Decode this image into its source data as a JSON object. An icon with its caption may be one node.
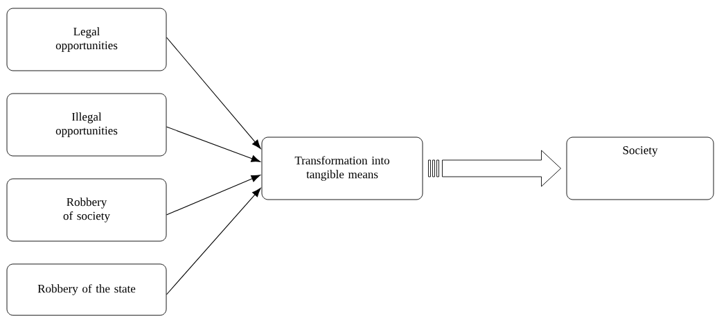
{
  "diagram": {
    "nodes": [
      {
        "text": [
          "Legal opportunities"
        ]
      },
      {
        "text": [
          "Illegal opportunities"
        ]
      },
      {
        "text": [
          "Robbery of society"
        ]
      },
      {
        "text": [
          "Robbery of the state"
        ]
      },
      {
        "text": [
          "Transformation into tangible means"
        ]
      },
      {
        "text": [
          "Society"
        ]
      }
    ],
    "edges": [
      {
        "from": 0,
        "to": 4,
        "arrow": "to"
      },
      {
        "from": 1,
        "to": 4,
        "arrow": "to"
      },
      {
        "from": 2,
        "to": 4,
        "arrow": "to"
      },
      {
        "from": 3,
        "to": 4,
        "arrow": "to"
      },
      {
        "from": 4,
        "to": 5,
        "arrow": "to"
      }
    ]
  }
}
